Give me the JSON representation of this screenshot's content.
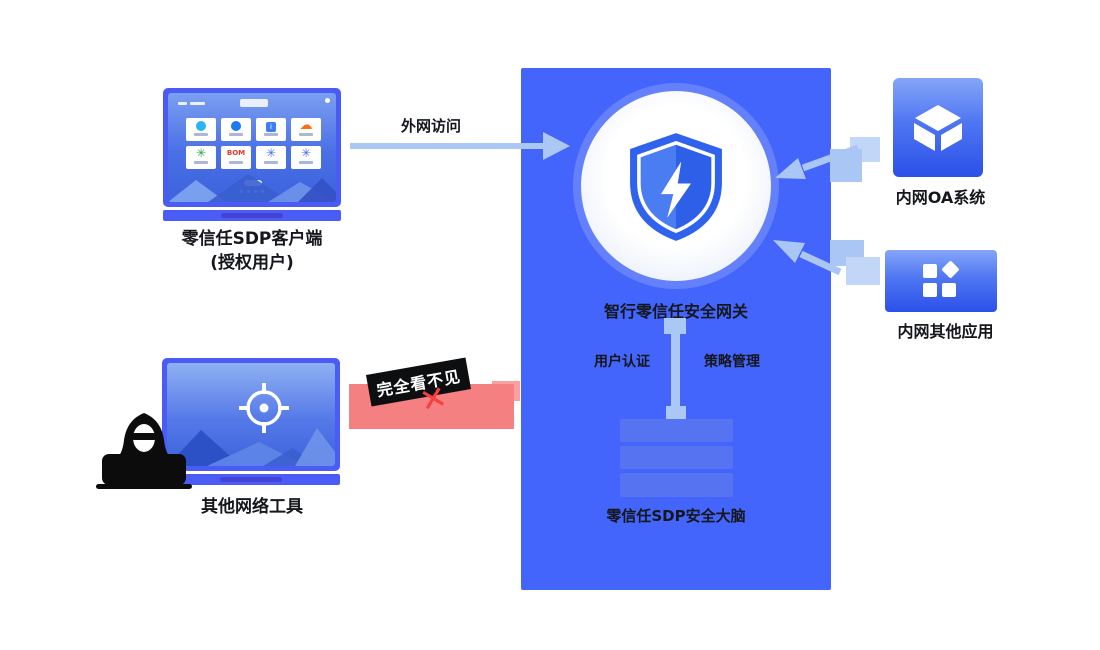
{
  "colors": {
    "panel_blue": "#4365fb",
    "arrow_light_blue": "#abc8f4",
    "alert_red": "#f58082",
    "monitor_blue": "#4a5cf5",
    "label_black": "#15171c"
  },
  "client": {
    "title": "零信任SDP客户端",
    "subtitle": "(授权用户)",
    "tiles": {
      "bom": "BOM"
    },
    "icons": {
      "cloud": "☁",
      "gear": "✳",
      "person": "i"
    }
  },
  "flows": {
    "external_access": "外网访问",
    "invisible": "完全看不见",
    "x_mark": "✕"
  },
  "gateway": {
    "title": "智行零信任安全网关",
    "auth": "用户认证",
    "policy": "策略管理"
  },
  "brain": {
    "title": "零信任SDP安全大脑"
  },
  "attacker": {
    "title": "其他网络工具"
  },
  "intranet": {
    "oa": "内网OA系统",
    "apps": "内网其他应用"
  }
}
